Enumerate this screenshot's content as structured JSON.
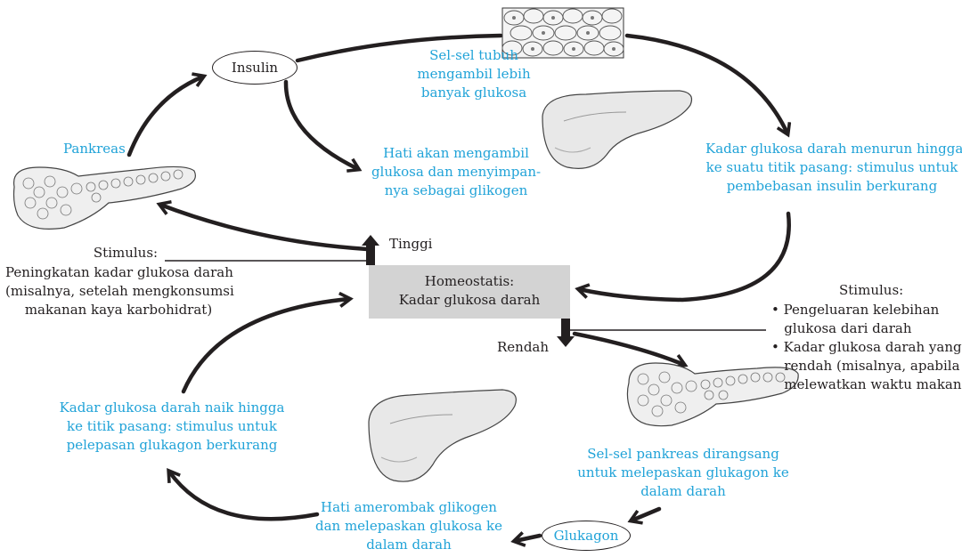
{
  "center": {
    "line1": "Homeostatis:",
    "line2": "Kadar glukosa darah",
    "high_label": "Tinggi",
    "low_label": "Rendah"
  },
  "hormones": {
    "insulin": "Insulin",
    "glukagon": "Glukagon"
  },
  "labels": {
    "pankreas": "Pankreas",
    "sel_tubuh": "Sel-sel tubuh\nmengambil lebih\nbanyak glukosa",
    "hati_simpan": "Hati akan mengambil\nglukosa dan menyimpan-\nnya sebagai glikogen",
    "kadar_turun": "Kadar glukosa darah menurun hingga\nke suatu titik pasang: stimulus untuk\npembebasan insulin berkurang",
    "kadar_naik": "Kadar glukosa darah naik hingga\nke titik pasang: stimulus untuk\npelepasan glukagon berkurang",
    "sel_pankreas": "Sel-sel pankreas dirangsang\nuntuk melepaskan glukagon ke\ndalam darah",
    "hati_rombak": "Hati amerombak glikogen\ndan melepaskan glukosa ke\ndalam darah"
  },
  "stimulus_high": {
    "title": "Stimulus:",
    "body": "Peningkatan kadar glukosa darah\n(misalnya, setelah mengkonsumsi\nmakanan kaya karbohidrat)"
  },
  "stimulus_low": {
    "title": "Stimulus:",
    "item1": "• Pengeluaran kelebihan\n   glukosa dari darah",
    "item2": "• Kadar glukosa darah yang\n   rendah (misalnya, apabila\n   melewatkan waktu makan"
  },
  "colors": {
    "label_blue": "#21a3d8",
    "text_dark": "#231f20",
    "homeostasis_box": "#d3d3d3"
  }
}
